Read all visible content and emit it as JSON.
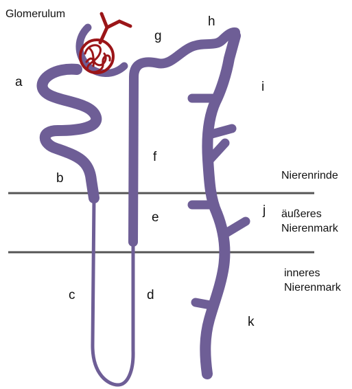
{
  "title": "Glomerulum",
  "segments": {
    "a": "a",
    "b": "b",
    "c": "c",
    "d": "d",
    "e": "e",
    "f": "f",
    "g": "g",
    "h": "h",
    "i": "i",
    "j": "j",
    "k": "k"
  },
  "zones": {
    "cortex": "Nierenrinde",
    "outer_medulla_1": "äußeres",
    "outer_medulla_2": "Nierenmark",
    "inner_medulla_1": "inneres",
    "inner_medulla_2": "Nierenmark"
  },
  "colors": {
    "tubule": "#6e5e96",
    "glomerulum": "#9b1518",
    "boundary": "#555555"
  }
}
